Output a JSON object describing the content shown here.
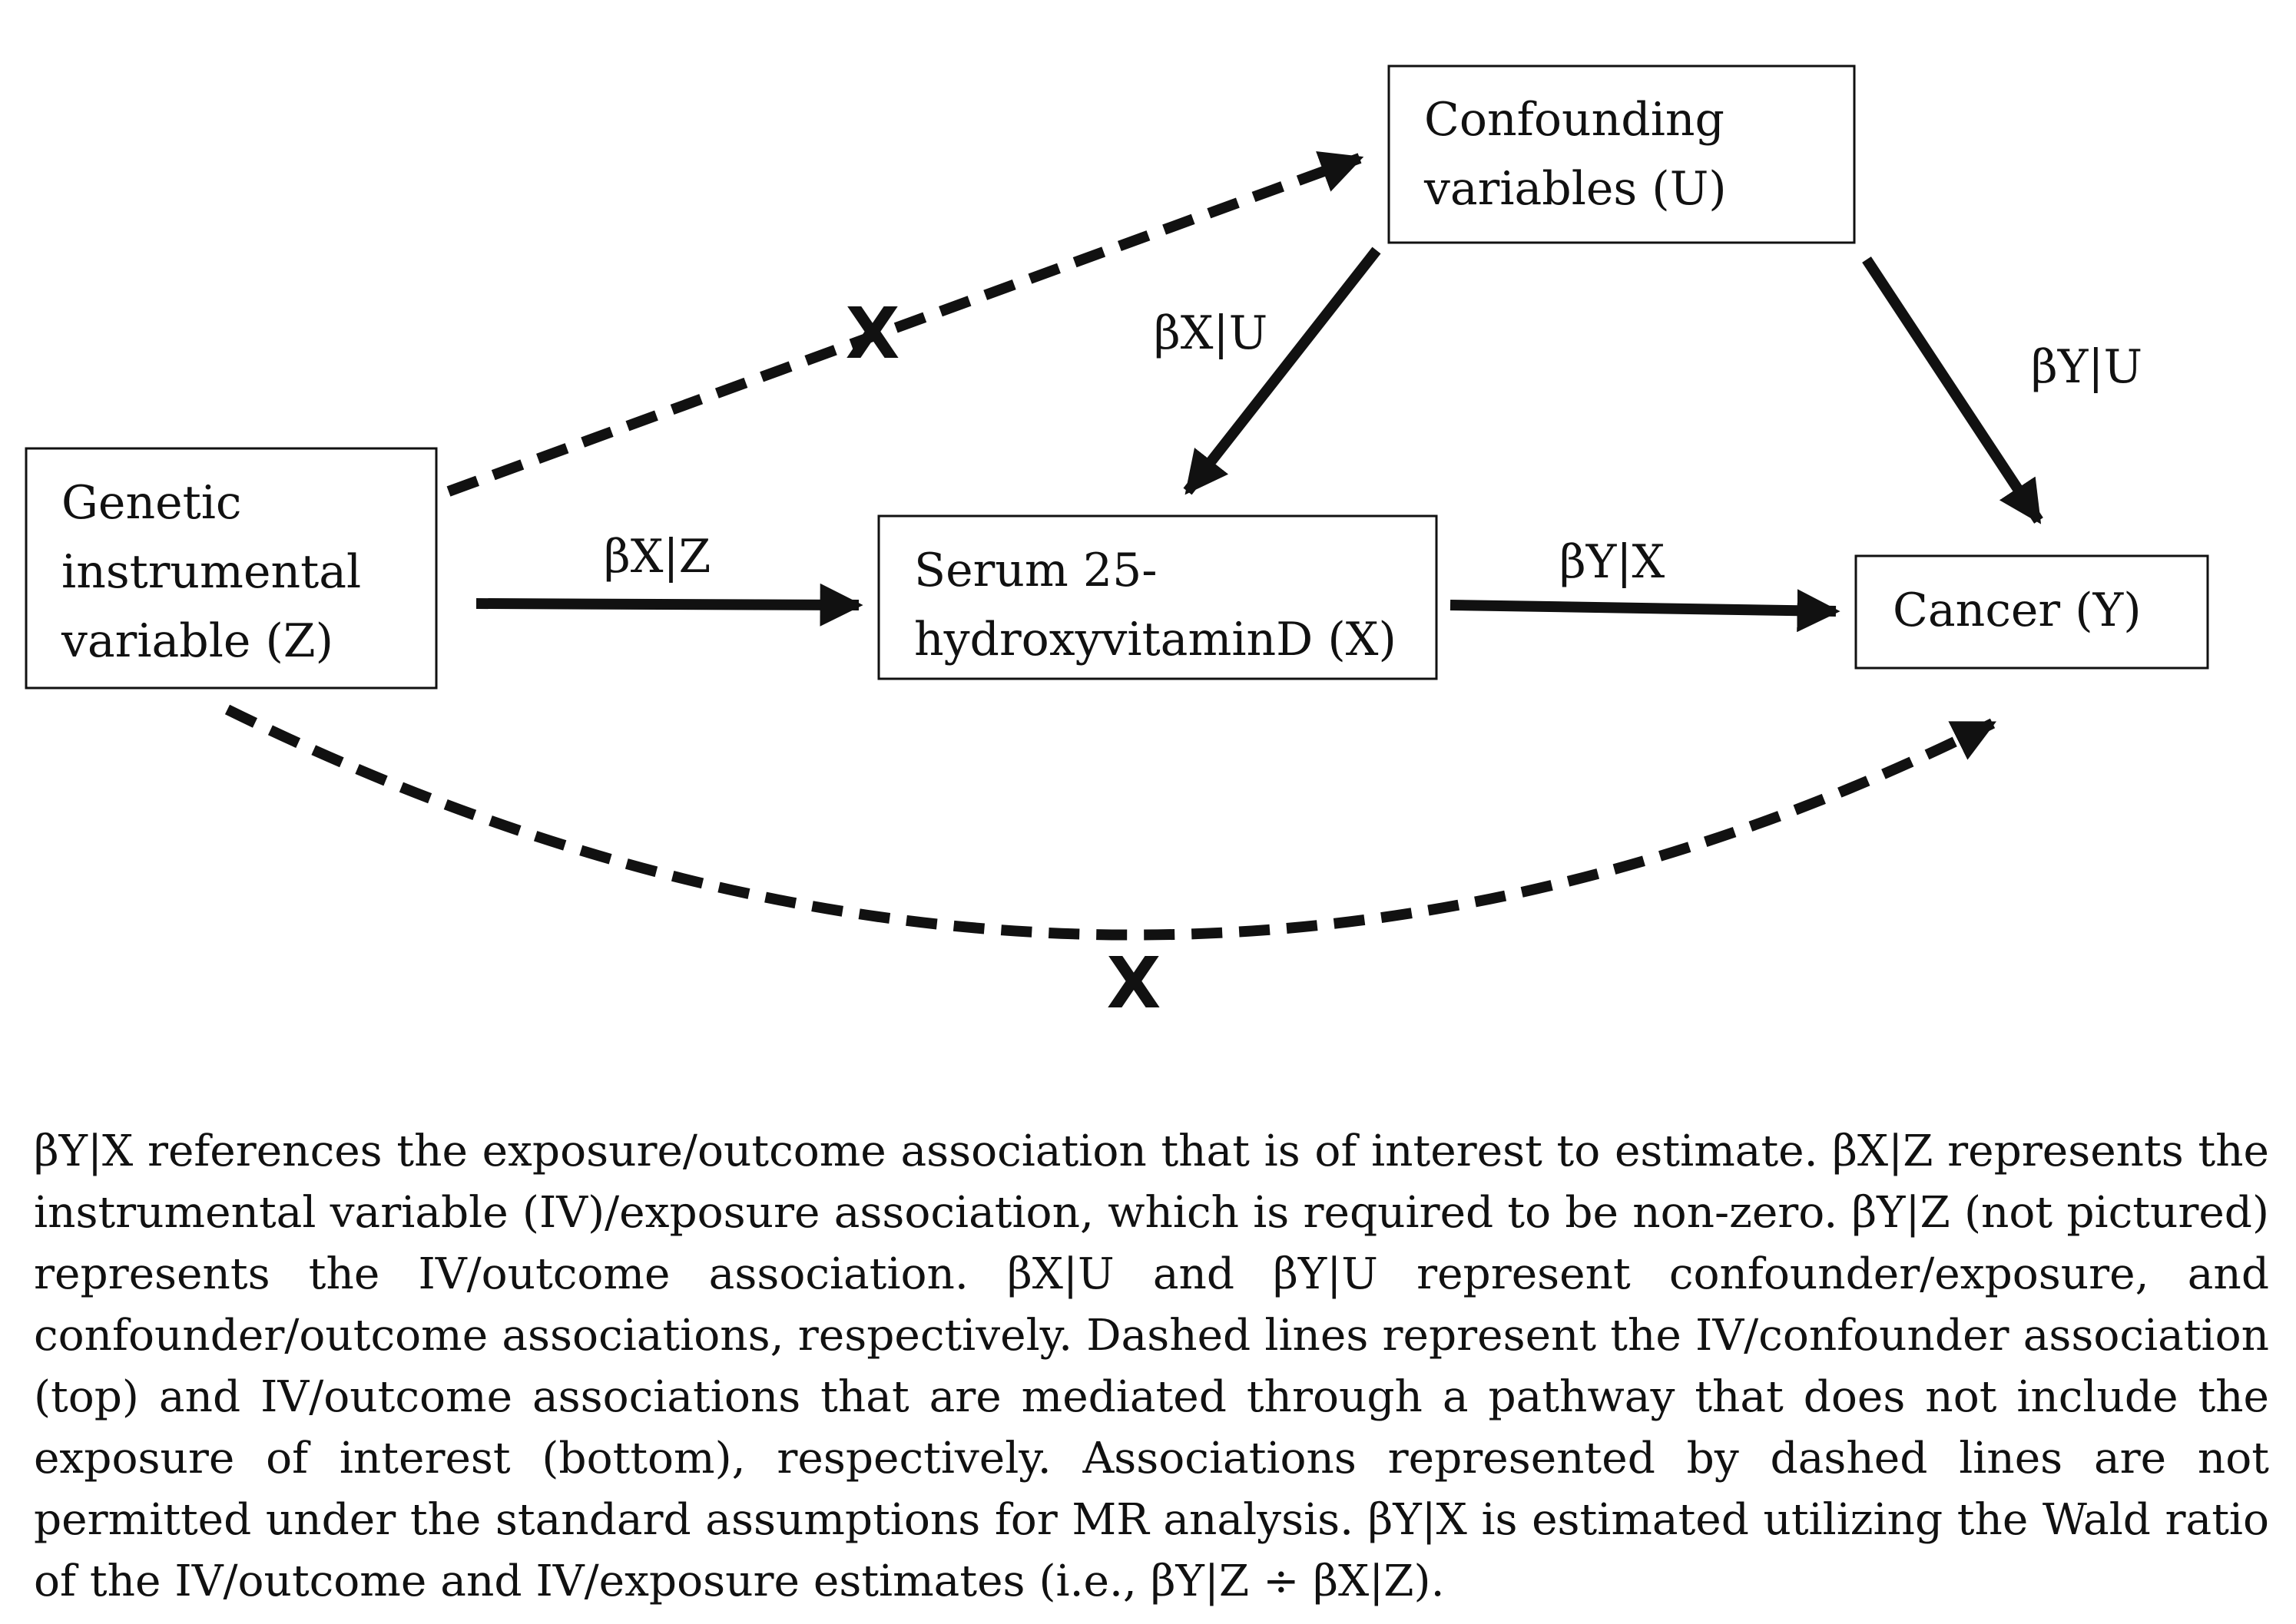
{
  "nodes": {
    "confounders": {
      "lines": [
        "Confounding",
        "variables (U)"
      ]
    },
    "instrument": {
      "lines": [
        "Genetic",
        "instrumental",
        "variable (Z)"
      ]
    },
    "exposure": {
      "lines": [
        "Serum 25-",
        "hydroxyvitaminD (X)"
      ]
    },
    "outcome": {
      "lines": [
        "Cancer (Y)"
      ]
    }
  },
  "edges": {
    "z_to_x": {
      "label": "βX|Z",
      "style": "solid"
    },
    "x_to_y": {
      "label": "βY|X",
      "style": "solid"
    },
    "u_to_x": {
      "label": "βX|U",
      "style": "solid"
    },
    "u_to_y": {
      "label": "βY|U",
      "style": "solid"
    },
    "z_to_u": {
      "label": "",
      "marker": "X",
      "style": "dashed"
    },
    "z_to_y": {
      "label": "",
      "marker": "X",
      "style": "dashed"
    }
  },
  "caption": "βY|X references the exposure/outcome association that is of interest to estimate. βX|Z represents the instrumental variable (IV)/exposure association, which is required to be non-zero. βY|Z (not pictured) represents the IV/outcome association. βX|U and βY|U represent confounder/exposure, and confounder/outcome associations, respectively. Dashed lines represent the IV/confounder association (top) and IV/outcome associations that are mediated through a pathway that does not include the exposure of interest (bottom), respectively. Associations represented by dashed lines are not permitted under the standard assumptions for MR analysis. βY|X is estimated utilizing the Wald ratio of the IV/outcome and IV/exposure estimates (i.e., βY|Z ÷ βX|Z)."
}
